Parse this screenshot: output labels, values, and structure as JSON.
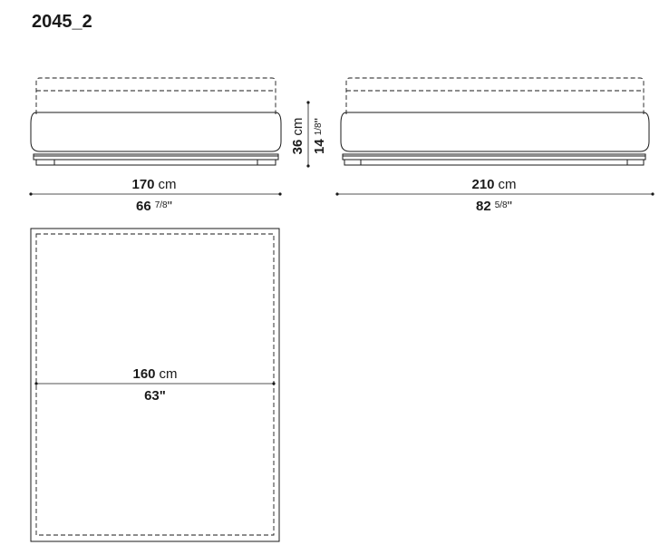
{
  "model_code": "2045_2",
  "front_view": {
    "width_cm_value": "170",
    "width_cm_unit": "cm",
    "width_in_whole": "66",
    "width_in_fraction": "7/8",
    "width_in_mark": "\""
  },
  "height": {
    "cm_value": "36",
    "cm_unit": "cm",
    "in_whole": "14",
    "in_fraction": "1/8",
    "in_mark": "\""
  },
  "side_view": {
    "length_cm_value": "210",
    "length_cm_unit": "cm",
    "length_in_whole": "82",
    "length_in_fraction": "5/8",
    "length_in_mark": "\""
  },
  "plan_view": {
    "width_cm_value": "160",
    "width_cm_unit": "cm",
    "width_in_value": "63\""
  }
}
